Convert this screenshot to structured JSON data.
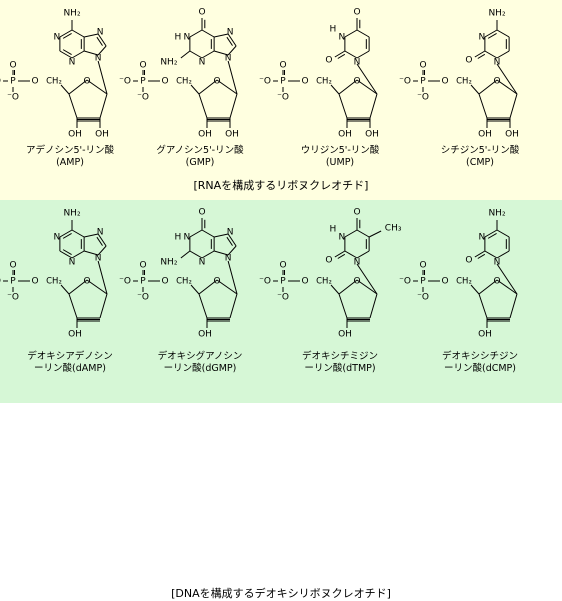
{
  "rna": {
    "caption": "[RNAを構成するリボヌクレオチド]",
    "items": [
      {
        "name": "アデノシン5'-リン酸",
        "abbr": "(AMP)",
        "base": "adenine"
      },
      {
        "name": "グアノシン5'-リン酸",
        "abbr": "(GMP)",
        "base": "guanine"
      },
      {
        "name": "ウリジン5'-リン酸",
        "abbr": "(UMP)",
        "base": "uracil"
      },
      {
        "name": "シチジン5'-リン酸",
        "abbr": "(CMP)",
        "base": "cytosine"
      }
    ]
  },
  "dna": {
    "caption": "[DNAを構成するデオキシリボヌクレオチド]",
    "items": [
      {
        "name": "デオキシアデノシン",
        "abbr": "ーリン酸(dAMP)",
        "base": "adenine"
      },
      {
        "name": "デオキシグアノシン",
        "abbr": "ーリン酸(dGMP)",
        "base": "guanine"
      },
      {
        "name": "デオキシチミジン",
        "abbr": "ーリン酸(dTMP)",
        "base": "thymine"
      },
      {
        "name": "デオキシシチジン",
        "abbr": "ーリン酸(dCMP)",
        "base": "cytosine"
      }
    ]
  },
  "atoms": {
    "phosphorus": "P",
    "oxygen": "O",
    "ominus": "⁻O",
    "carbon2": "CH₂",
    "hydroxyl": "OH",
    "amine": "NH₂",
    "nitrogen": "N",
    "hydrogen": "H",
    "methyl": "CH₃"
  },
  "colors": {
    "rna_bg": "#ffffe0",
    "dna_bg": "#d6f7d6"
  }
}
